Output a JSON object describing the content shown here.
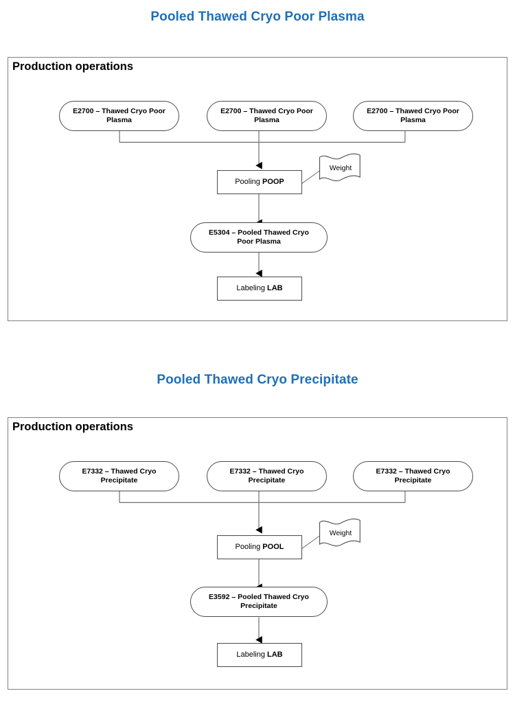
{
  "page": {
    "background": "#ffffff",
    "accent_blue": "#1F6FB5",
    "line_color": "#4a4a4a"
  },
  "diagrams": [
    {
      "title": "Pooled Thawed Cryo Poor Plasma",
      "container_heading": "Production operations",
      "sources": [
        {
          "label": "E2700 – Thawed Cryo Poor Plasma"
        },
        {
          "label": "E2700 – Thawed Cryo Poor Plasma"
        },
        {
          "label": "E2700 – Thawed Cryo Poor Plasma"
        }
      ],
      "process": {
        "label": "Pooling ",
        "code": "POOP"
      },
      "annotation": {
        "label": "Weight"
      },
      "product": {
        "label": "E5304 – Pooled Thawed Cryo Poor Plasma"
      },
      "final_process": {
        "label": "Labeling ",
        "code": "LAB"
      }
    },
    {
      "title": "Pooled Thawed Cryo Precipitate",
      "container_heading": "Production operations",
      "sources": [
        {
          "label": "E7332 – Thawed Cryo Precipitate"
        },
        {
          "label": "E7332 – Thawed Cryo Precipitate"
        },
        {
          "label": "E7332 – Thawed Cryo Precipitate"
        }
      ],
      "process": {
        "label": "Pooling ",
        "code": "POOL"
      },
      "annotation": {
        "label": "Weight"
      },
      "product": {
        "label": "E3592 – Pooled Thawed Cryo Precipitate"
      },
      "final_process": {
        "label": "Labeling ",
        "code": "LAB"
      }
    }
  ]
}
